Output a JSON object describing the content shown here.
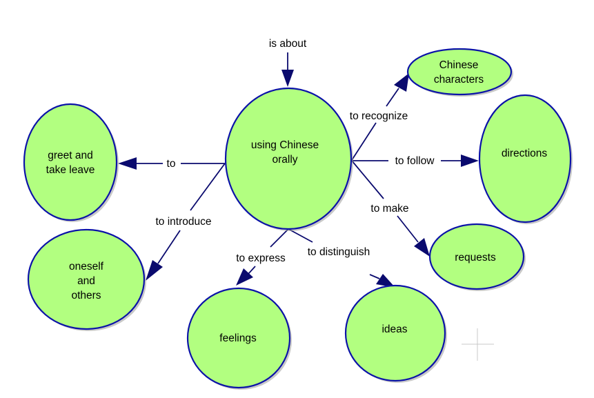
{
  "diagram": {
    "type": "concept-map",
    "colors": {
      "node_fill": "#b2ff80",
      "node_stroke": "#0b12a8",
      "edge": "#0a0a6e"
    },
    "root_label": "is about",
    "nodes": {
      "central": {
        "lines": [
          "using Chinese",
          "orally"
        ]
      },
      "chinese_characters": {
        "lines": [
          "Chinese",
          "characters"
        ]
      },
      "directions": {
        "lines": [
          "directions"
        ]
      },
      "requests": {
        "lines": [
          "requests"
        ]
      },
      "ideas": {
        "lines": [
          "ideas"
        ]
      },
      "feelings": {
        "lines": [
          "feelings"
        ]
      },
      "oneself": {
        "lines": [
          "oneself",
          "and",
          "others"
        ]
      },
      "greet": {
        "lines": [
          "greet and",
          "take leave"
        ]
      }
    },
    "edges": {
      "to_recognize": {
        "label": "to recognize",
        "from": "central",
        "to": "chinese_characters"
      },
      "to_follow": {
        "label": "to follow",
        "from": "central",
        "to": "directions"
      },
      "to_make": {
        "label": "to make",
        "from": "central",
        "to": "requests"
      },
      "to_distinguish": {
        "label": "to distinguish",
        "from": "central",
        "to": "ideas"
      },
      "to_express": {
        "label": "to express",
        "from": "central",
        "to": "feelings"
      },
      "to_introduce": {
        "label": "to introduce",
        "from": "central",
        "to": "oneself"
      },
      "to": {
        "label": "to",
        "from": "central",
        "to": "greet"
      }
    }
  }
}
